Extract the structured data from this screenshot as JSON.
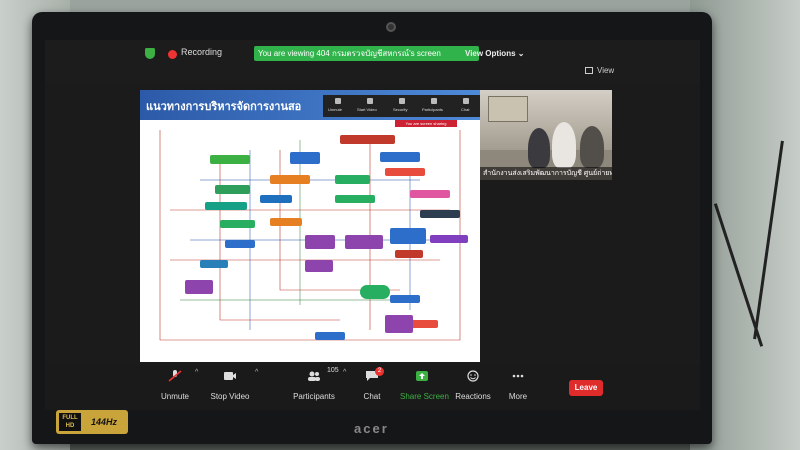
{
  "meeting": {
    "recording_label": "Recording",
    "viewing_banner": "You are viewing 404 กรมตรวจบัญชีสหกรณ์'s screen",
    "view_options_label": "View Options",
    "view_label": "View"
  },
  "shared_doc": {
    "title": "แนวทางการบริหารจัดการงานสอ",
    "mini_toolbar": {
      "unmute": "Unmute",
      "start_video": "Start Video",
      "security": "Security",
      "participants": "Participants",
      "chat": "Chat"
    },
    "stop_share": "You are screen sharing"
  },
  "video_tile": {
    "name": "สำนักงานส่งเสริมพัฒนาการบัญชี ศูนย์ถ่ายทอด..."
  },
  "toolbar": {
    "unmute": "Unmute",
    "stop_video": "Stop Video",
    "participants": "Participants",
    "participants_count": "105",
    "chat": "Chat",
    "chat_badge": "2",
    "share_screen": "Share Screen",
    "reactions": "Reactions",
    "more": "More",
    "leave": "Leave"
  },
  "laptop": {
    "brand": "acer",
    "badge_left": "FULL HD",
    "badge_right": "144Hz"
  },
  "colors": {
    "green_banner": "#2fb34a",
    "leave_red": "#e02b2b",
    "share_green": "#3cb043"
  }
}
